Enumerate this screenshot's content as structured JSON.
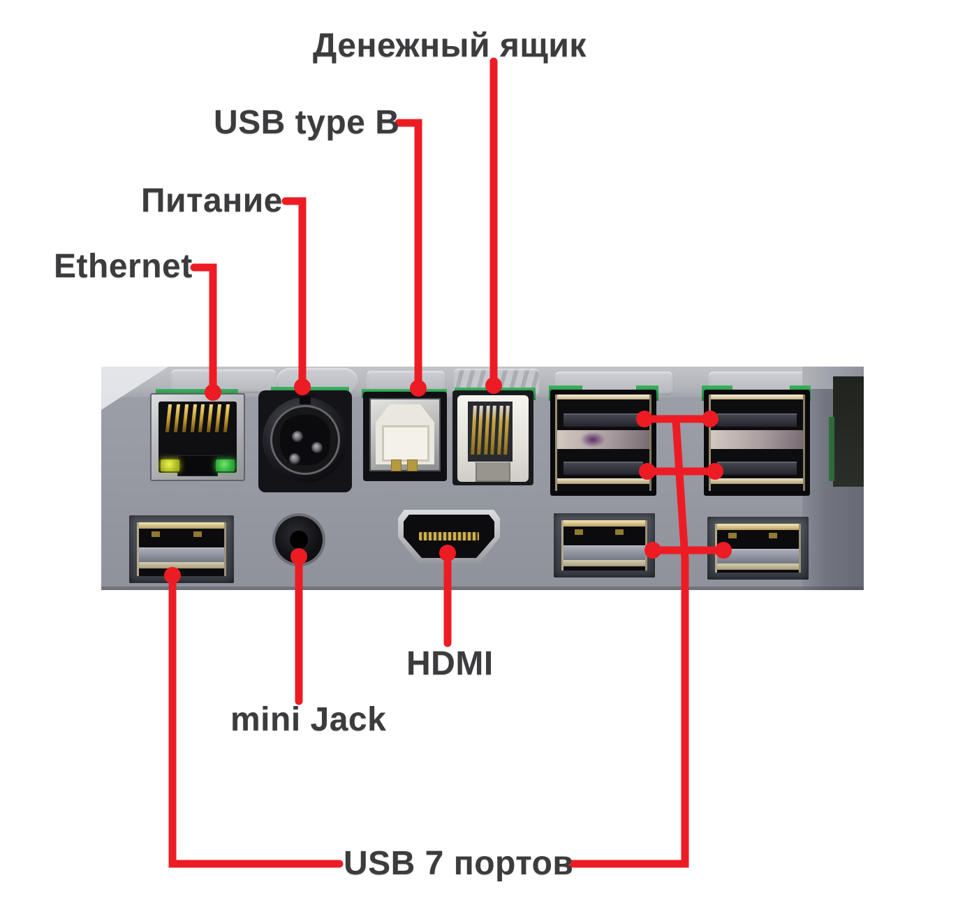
{
  "diagram": {
    "labels": {
      "cash_drawer": "Денежный ящик",
      "usb_type_b": "USB type B",
      "power": "Питание",
      "ethernet": "Ethernet",
      "hdmi": "HDMI",
      "mini_jack": "mini Jack",
      "usb_7_ports": "USB 7 портов"
    },
    "colors": {
      "callout_red": "#ed1c24",
      "label_text": "#3c3c3e",
      "panel_gray": "#979aa3",
      "panel_lip_gray": "#b6b8be",
      "pcb_green": "#2f9e4e",
      "background": "#ffffff"
    }
  }
}
